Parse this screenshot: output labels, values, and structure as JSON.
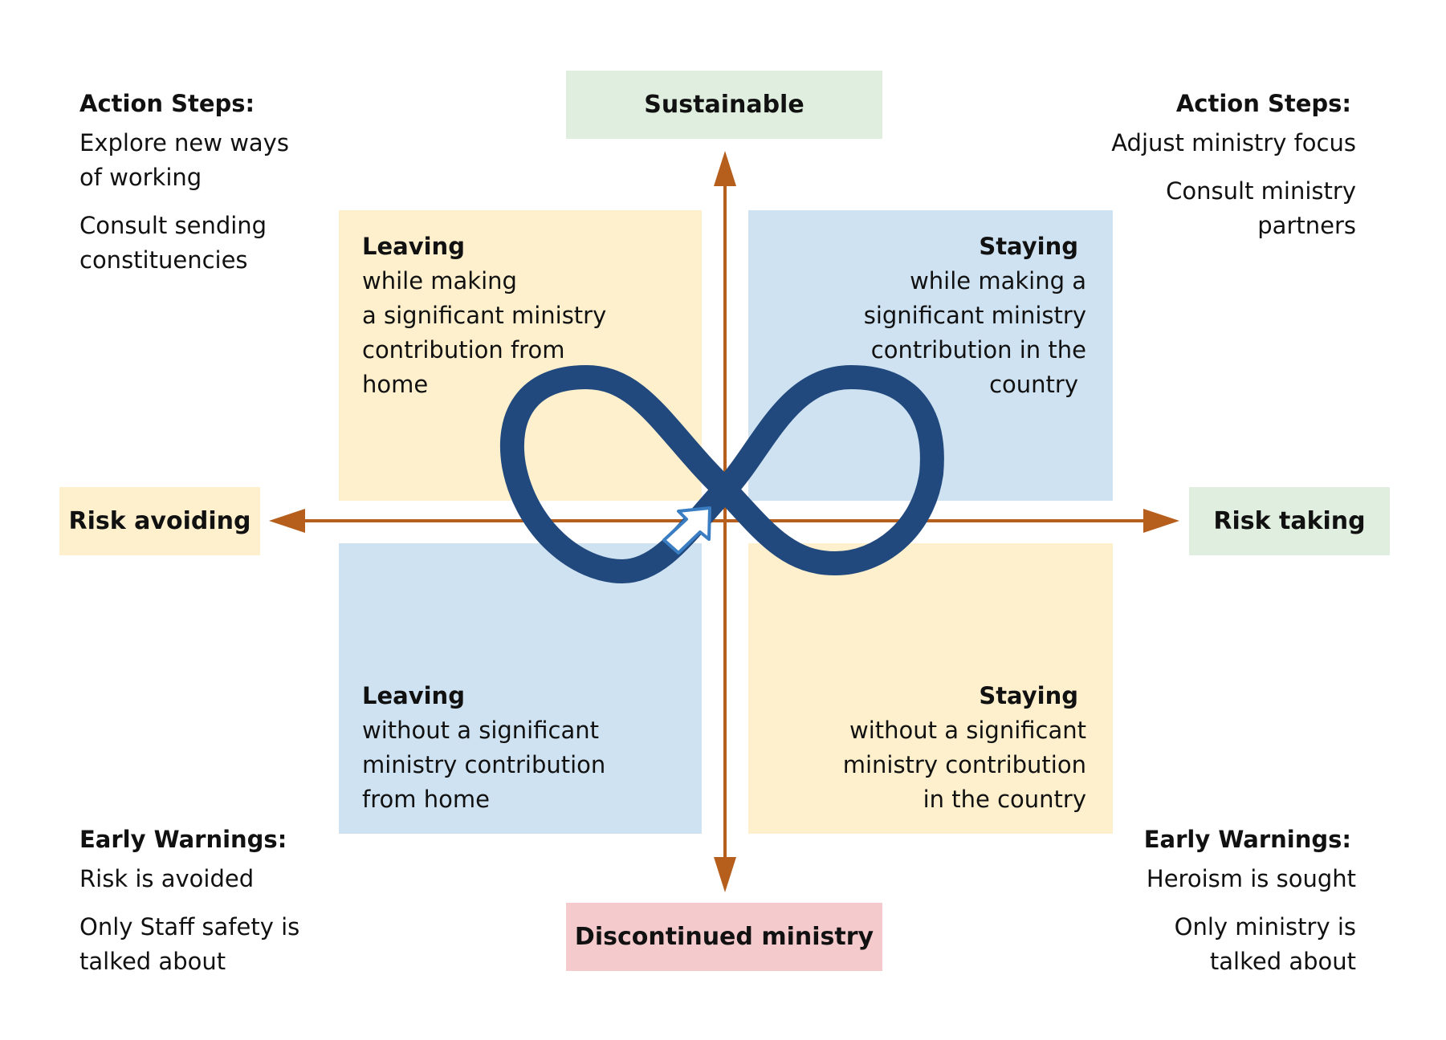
{
  "colors": {
    "quadrant_yellow": "#FEF0CD",
    "quadrant_blue": "#CFE2F1",
    "label_green": "#E0EEE0",
    "label_yellow": "#FEF0CD",
    "label_red": "#F4CACC",
    "axis_orange": "#B65F1D",
    "loop_navy": "#21497E"
  },
  "axes": {
    "top": "Sustainable",
    "bottom": "Discontinued ministry",
    "left": "Risk avoiding",
    "right": "Risk taking"
  },
  "quadrants": {
    "top_left": {
      "title": "Leaving",
      "lines": [
        "while making",
        "a significant ministry",
        "contribution from",
        "home"
      ]
    },
    "top_right": {
      "title": "Staying",
      "lines": [
        "while making a",
        "significant ministry",
        "contribution in the",
        "country"
      ]
    },
    "bottom_left": {
      "title": "Leaving",
      "lines": [
        "without a significant",
        "ministry contribution",
        "from home"
      ]
    },
    "bottom_right": {
      "title": "Staying",
      "lines": [
        "without a significant",
        "ministry contribution",
        "in the country"
      ]
    }
  },
  "corners": {
    "top_left": {
      "heading": "Action Steps:",
      "items": [
        [
          "Explore new ways",
          "of working"
        ],
        [
          "Consult sending",
          "constituencies"
        ]
      ]
    },
    "top_right": {
      "heading": "Action Steps:",
      "items": [
        [
          "Adjust ministry focus"
        ],
        [
          "Consult ministry",
          "partners"
        ]
      ]
    },
    "bottom_left": {
      "heading": "Early Warnings:",
      "items": [
        [
          "Risk is avoided"
        ],
        [
          "Only Staff safety is",
          "talked about"
        ]
      ]
    },
    "bottom_right": {
      "heading": "Early Warnings:",
      "items": [
        [
          "Heroism is sought"
        ],
        [
          "Only ministry is",
          "talked about"
        ]
      ]
    }
  }
}
